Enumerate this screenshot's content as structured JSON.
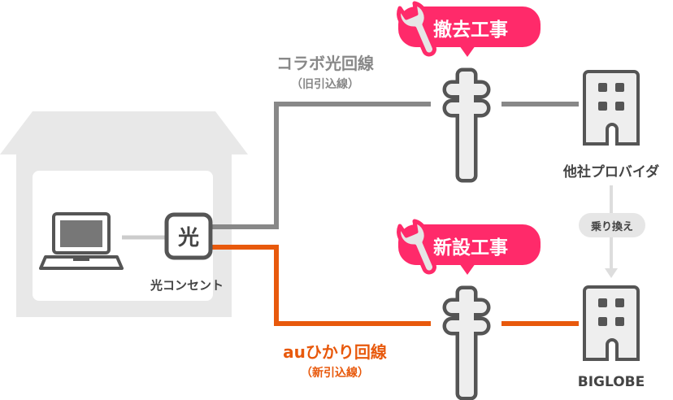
{
  "colors": {
    "old_line": "#888888",
    "new_line": "#e8590c",
    "bubble": "#ff2a6a",
    "house": "#e8e8e8",
    "outline": "#555555"
  },
  "outlet": {
    "char": "光",
    "label": "光コンセント"
  },
  "old_line": {
    "name": "コラボ光回線",
    "sub": "（旧引込線）"
  },
  "new_line": {
    "name": "auひかり回線",
    "sub": "（新引込線）"
  },
  "work_remove": {
    "label": "撤去工事",
    "icon": "wrench-icon"
  },
  "work_install": {
    "label": "新設工事",
    "icon": "wrench-icon"
  },
  "provider_old": {
    "label": "他社プロバイダ"
  },
  "switch_label": "乗り換え",
  "provider_new": {
    "label": "BIGLOBE"
  }
}
